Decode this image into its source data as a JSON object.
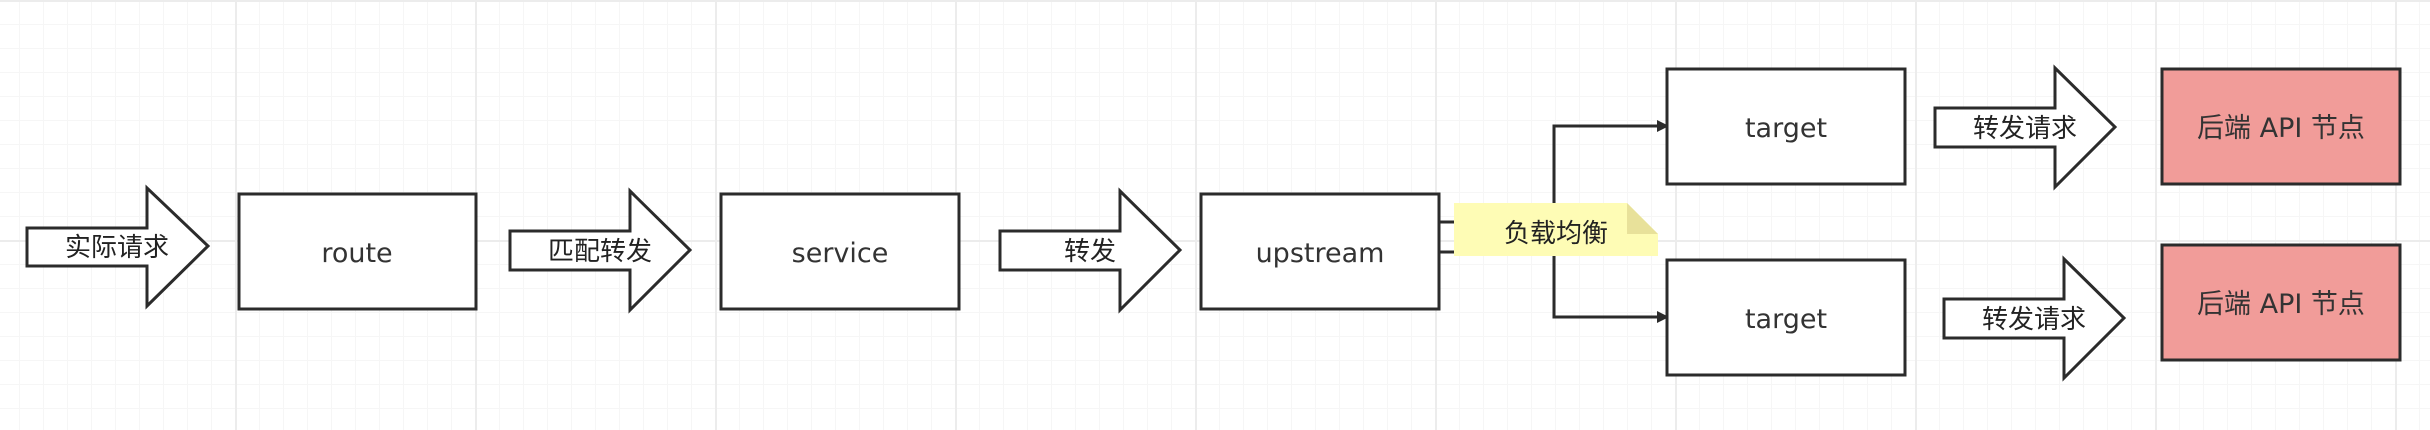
{
  "steps": {
    "request_label": "实际请求",
    "route_label": "route",
    "match_forward_label": "匹配转发",
    "service_label": "service",
    "forward_label": "转发",
    "upstream_label": "upstream",
    "load_balance_label": "负载均衡",
    "targets": [
      {
        "label": "target",
        "forward_request_label": "转发请求",
        "backend_label": "后端 API 节点"
      },
      {
        "label": "target",
        "forward_request_label": "转发请求",
        "backend_label": "后端 API 节点"
      }
    ]
  },
  "colors": {
    "stroke": "#2b2b2b",
    "box_fill": "#ffffff",
    "backend_fill": "#f19c99",
    "note_fill": "#fefcb5",
    "note_fold": "#e8e19a"
  }
}
